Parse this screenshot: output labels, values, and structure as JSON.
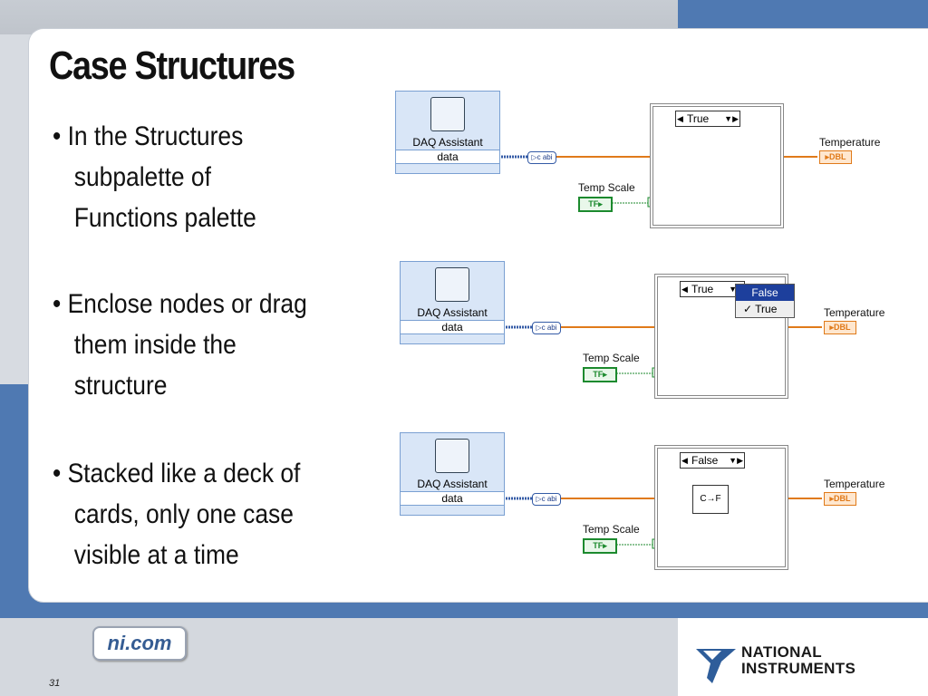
{
  "slide": {
    "title": "Case Structures",
    "bullets": [
      {
        "lines": [
          "• In the Structures",
          "subpalette of",
          "Functions palette"
        ]
      },
      {
        "lines": [
          "• Enclose nodes or drag",
          "them inside the",
          "structure"
        ]
      },
      {
        "lines": [
          "• Stacked like a deck of",
          "cards, only one case",
          "visible at a time"
        ]
      }
    ],
    "footer": {
      "website": "ni.com",
      "page_number": "31",
      "logo_line1": "NATIONAL",
      "logo_line2": "INSTRUMENTS"
    }
  },
  "diagrams": [
    {
      "daq_label": "DAQ Assistant",
      "data_label": "data",
      "conv_label": "▷c abi",
      "case_value": "True",
      "temp_scale_label": "Temp Scale",
      "tf_label": "TF▸",
      "output_label": "Temperature",
      "dbl_label": "▸DBL",
      "popup": null,
      "inner_node": null
    },
    {
      "daq_label": "DAQ Assistant",
      "data_label": "data",
      "conv_label": "▷c abi",
      "case_value": "True",
      "temp_scale_label": "Temp Scale",
      "tf_label": "TF▸",
      "output_label": "Temperature",
      "dbl_label": "▸DBL",
      "popup": {
        "items": [
          "False",
          "✓ True"
        ]
      },
      "inner_node": null
    },
    {
      "daq_label": "DAQ Assistant",
      "data_label": "data",
      "conv_label": "▷c abi",
      "case_value": "False",
      "temp_scale_label": "Temp Scale",
      "tf_label": "TF▸",
      "output_label": "Temperature",
      "dbl_label": "▸DBL",
      "popup": null,
      "inner_node": "C→F"
    }
  ],
  "colors": {
    "accent_blue": "#4f79b2",
    "wire_orange": "#e07a1a",
    "wire_green": "#1c8a2e"
  }
}
